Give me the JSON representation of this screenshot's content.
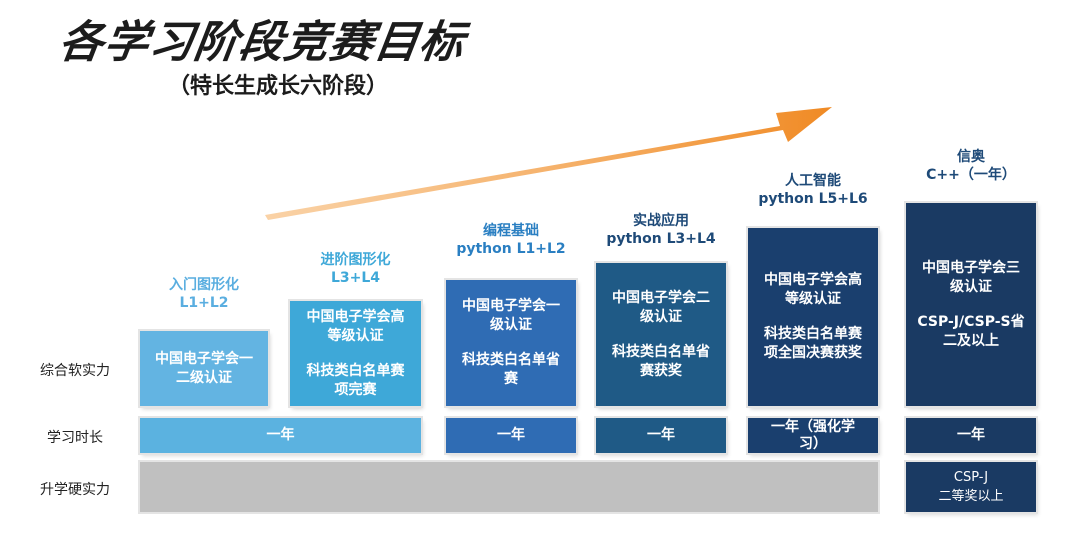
{
  "header": {
    "title": "各学习阶段竞赛目标",
    "subtitle": "（特长生成长六阶段）"
  },
  "rows": {
    "soft": "综合软实力",
    "time": "学习时长",
    "hard": "升学硬实力"
  },
  "colors": {
    "arrow": "#f08a24",
    "stage1": "#63b4e2",
    "stage2": "#3ea8d8",
    "stage3": "#2f6cb4",
    "stage4": "#1f5a86",
    "stage5": "#1a3f6e",
    "stage6": "#1a3a63",
    "hard_gray": "#c0c0c0",
    "head_light": "#5aaee0",
    "head_mid": "#2a7fc2",
    "head_dark": "#1e4a78"
  },
  "stages": [
    {
      "head1": "入门图形化",
      "head2": "L1+L2",
      "card1": "中国电子学会一二级认证",
      "card2": ""
    },
    {
      "head1": "进阶图形化",
      "head2": "L3+L4",
      "card1": "中国电子学会高等级认证",
      "card2": "科技类白名单赛项完赛"
    },
    {
      "head1": "编程基础",
      "head2": "python L1+L2",
      "card1": "中国电子学会一级认证",
      "card2": "科技类白名单省赛"
    },
    {
      "head1": "实战应用",
      "head2": "python L3+L4",
      "card1": "中国电子学会二级认证",
      "card2": "科技类白名单省赛获奖"
    },
    {
      "head1": "人工智能",
      "head2": "python L5+L6",
      "card1": "中国电子学会高等级认证",
      "card2": "科技类白名单赛项全国决赛获奖"
    },
    {
      "head1": "信奥",
      "head2": "C++（一年）",
      "card1": "中国电子学会三级认证",
      "card2": "CSP-J/CSP-S省二及以上"
    }
  ],
  "durations": {
    "d12": "一年",
    "d3": "一年",
    "d4": "一年",
    "d5": "一年（强化学习）",
    "d6": "一年"
  },
  "hard": {
    "line1": "CSP-J",
    "line2": "二等奖以上"
  }
}
